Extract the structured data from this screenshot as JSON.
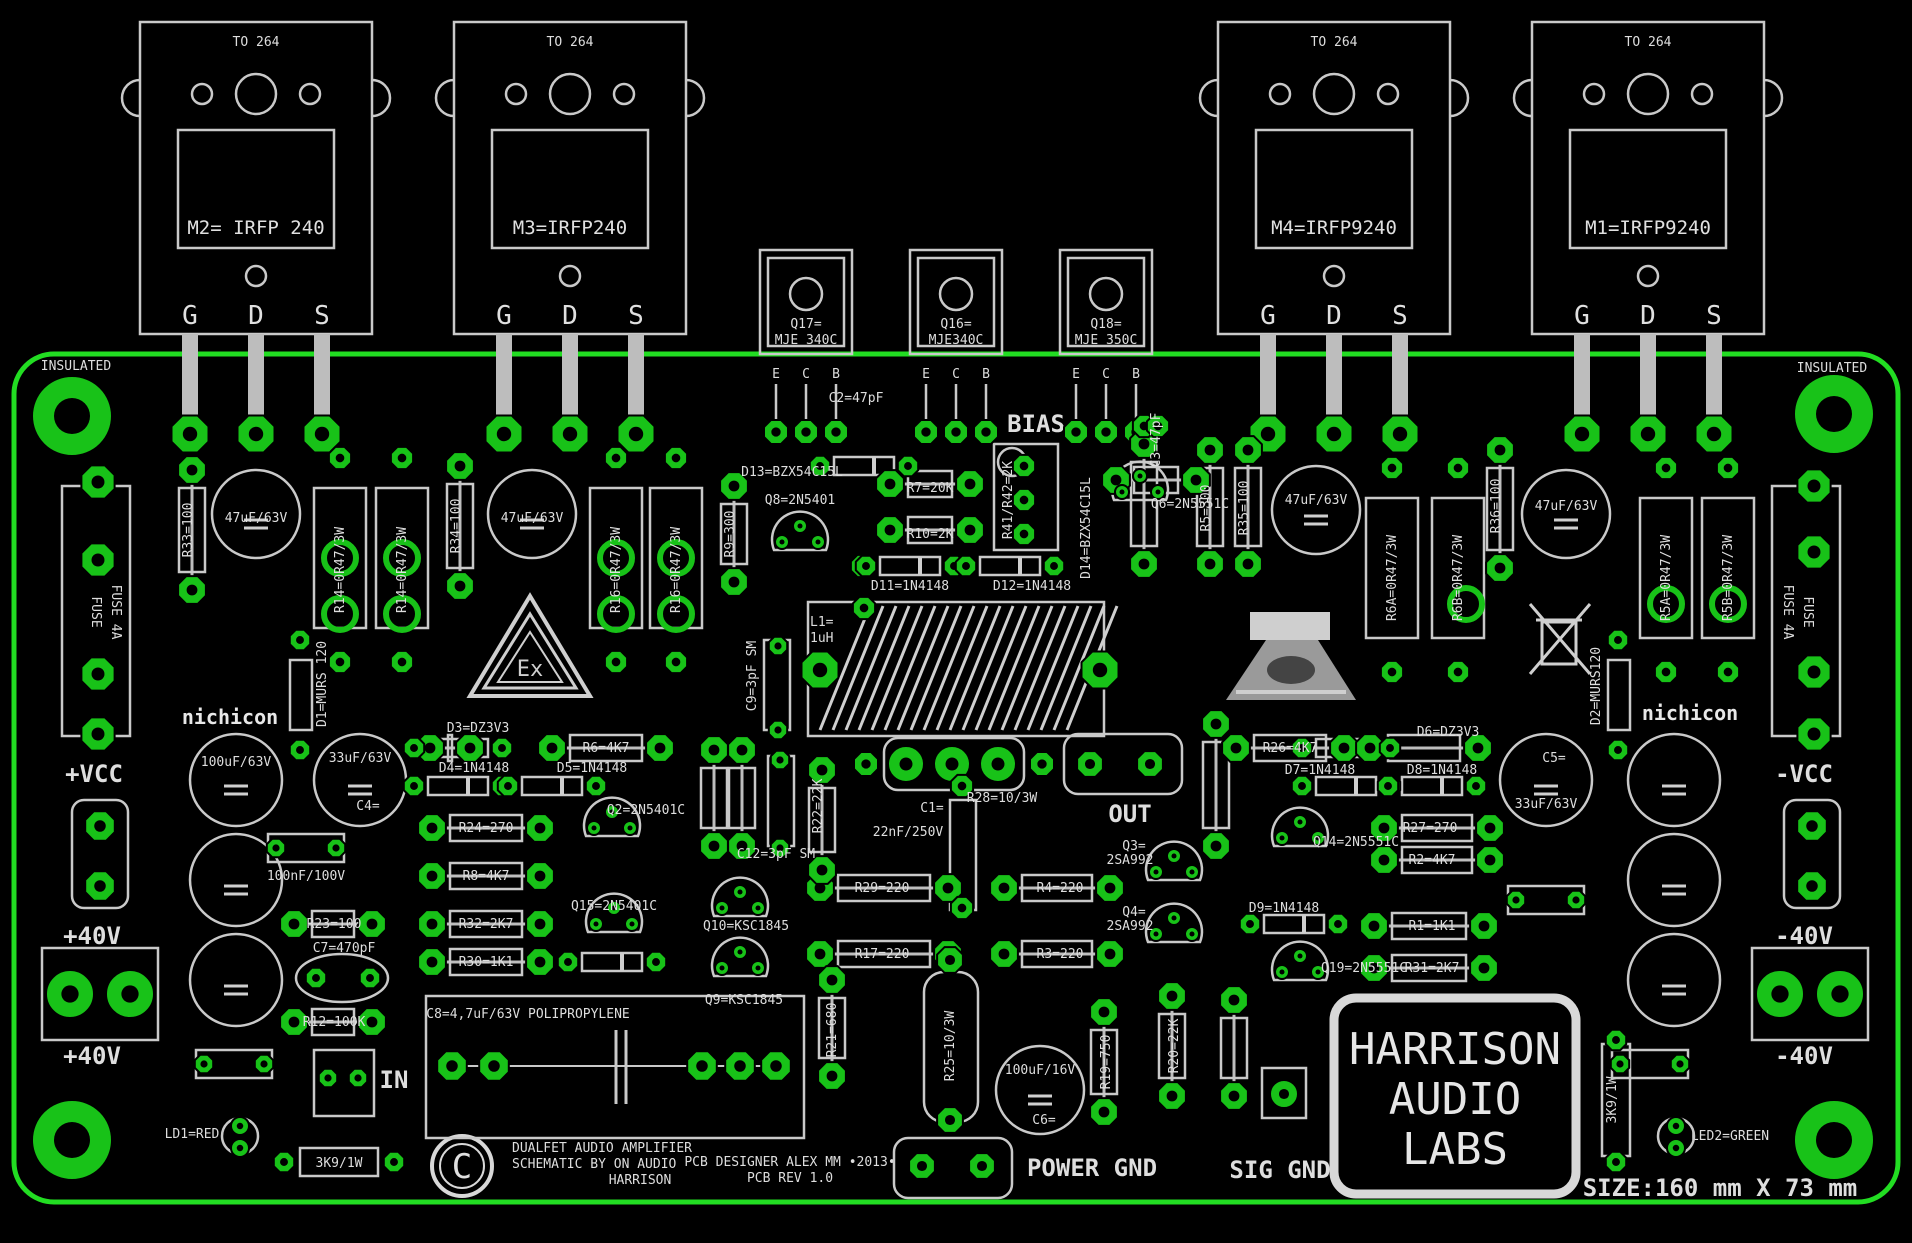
{
  "board": {
    "outline_color": "#22dd22",
    "pad_color": "#18c218",
    "silk_color": "#cfcfcf",
    "background": "#000000"
  },
  "transistors": [
    {
      "package": "TO 264",
      "label": "M2= IRFP 240",
      "pins": [
        "G",
        "D",
        "S"
      ]
    },
    {
      "package": "TO 264",
      "label": "M3=IRFP240",
      "pins": [
        "G",
        "D",
        "S"
      ]
    },
    {
      "package": "TO 264",
      "label": "M4=IRFP9240",
      "pins": [
        "G",
        "D",
        "S"
      ]
    },
    {
      "package": "TO 264",
      "label": "M1=IRFP9240",
      "pins": [
        "G",
        "D",
        "S"
      ]
    }
  ],
  "drivers": [
    {
      "label1": "Q17=",
      "label2": "MJE 340C",
      "pins": [
        "E",
        "C",
        "B"
      ]
    },
    {
      "label1": "Q16=",
      "label2": "MJE340C",
      "pins": [
        "E",
        "C",
        "B"
      ]
    },
    {
      "label1": "Q18=",
      "label2": "MJE 350C",
      "pins": [
        "E",
        "C",
        "B"
      ]
    }
  ],
  "labels": {
    "insulated": "INSULATED",
    "bias": "BIAS",
    "fuse": "FUSE",
    "fuse_4a": "FUSE 4A",
    "nichicon": "nichicon",
    "vcc_pos": "+VCC",
    "vcc_neg": "-VCC",
    "v40_pos": "+40V",
    "v40_neg": "-40V",
    "out": "OUT",
    "in": "IN",
    "power_gnd": "POWER GND",
    "sig_gnd": "SIG GND",
    "logo_line1": "HARRISON",
    "logo_line2": "AUDIO",
    "logo_line3": "LABS",
    "size": "SIZE:160 mm X 73 mm",
    "credit_line1": "DUALFET AUDIO AMPLIFIER",
    "credit_line2": "SCHEMATIC BY  ON AUDIO",
    "credit_line3": "HARRISON",
    "designer_line1": "PCB DESIGNER ALEX MM •2013•",
    "designer_line2": "PCB REV 1.0",
    "copyright": "C",
    "c8": "C8=4,7uF/63V POLIPROPYLENE",
    "l1a": "L1=",
    "l1b": "1uH",
    "ld1": "LD1=RED",
    "ld2": "LED2=GREEN",
    "r_3k9_left": "3K9/1W",
    "r_3k9_right": "3K9/1W"
  },
  "parts": [
    "C2=47pF",
    "C3=47pF",
    "D13=BZX54C15L",
    "Q8=2N5401",
    "R7=20K",
    "R10=2K",
    "D11=1N4148",
    "D12=1N4148",
    "R41/R42=2K",
    "D14=BZX54C15L",
    "Q6=2N5551C",
    "R5=300",
    "R35=100",
    "R36=100",
    "R33=100",
    "R34=100",
    "R9=300",
    "47uF/63V",
    "47uF/63V",
    "47uF/63V",
    "47uF/63V",
    "R14=0R47/3W",
    "R14=0R47/3W",
    "R16=0R47/3W",
    "R16=0R47/3W",
    "R6A=0R47/3W",
    "R6B=0R47/3W",
    "R5A=0R47/3W",
    "R5B=0R47/3W",
    "D1=MURS 120",
    "D2=MURS120",
    "C9=3pF SM",
    "C12=3pF SM",
    "D3=DZ3V3",
    "D4=1N4148",
    "D5=1N4148",
    "R6=4K7",
    "Q2=2N5401C",
    "R22=22K",
    "R24=270",
    "R8=4K7",
    "Q15=2N5401C",
    "R32=2K7",
    "R30=1K1",
    "R23=100",
    "C7=470pF",
    "R12=100K",
    "Q10=KSC1845",
    "Q9=KSC1845",
    "R29=220",
    "R17=220",
    "R21=680",
    "R25=10/3W",
    "R28=10/3W",
    "C1=",
    "22nF/250V",
    "C6=",
    "100uF/16V",
    "R19=750",
    "R20=22K",
    "R4=220",
    "R3=220",
    "Q3=",
    "2SA992",
    "Q4=",
    "2SA992",
    "R26=4K7",
    "D6=DZ3V3",
    "D7=1N4148",
    "D8=1N4148",
    "Q14=2N5551C",
    "R27=270",
    "R2=4K7",
    "D9=1N4148",
    "R1=1K1",
    "R31=2K7",
    "Q19=2N5551C",
    "C5=",
    "33uF/63V",
    "33uF/63V",
    "C4=",
    "100uF/63V",
    "100nF/100V"
  ]
}
